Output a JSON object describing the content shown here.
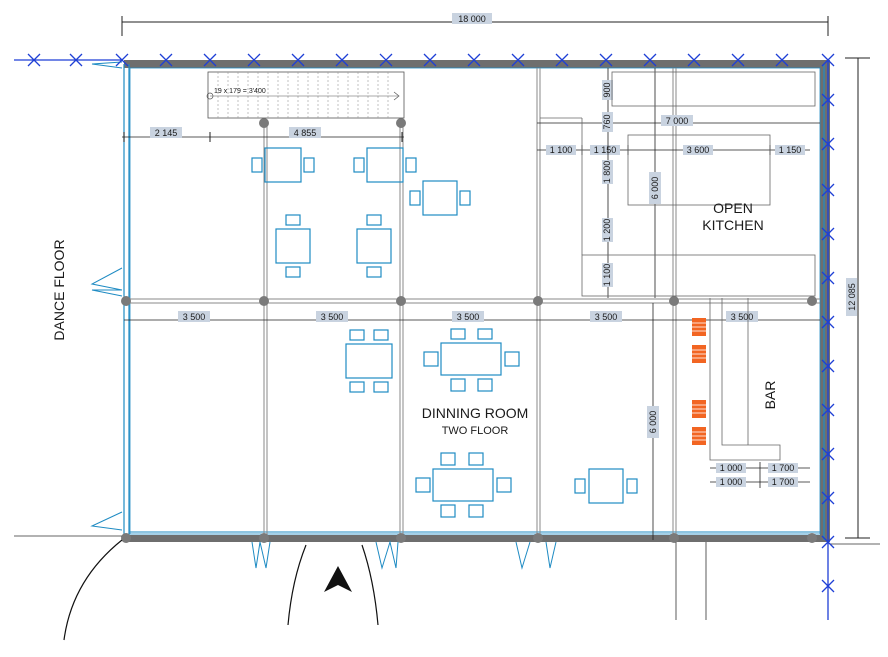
{
  "dimensions": {
    "overall_width": "18 000",
    "overall_height": "12 085",
    "stair_note": "19 x 179 = 3'400",
    "top_left": "2 145",
    "top_mid": "4 855",
    "kitchen_width": "7 000",
    "kitchen_row": [
      "1 100",
      "1 150",
      "3 600",
      "1 150"
    ],
    "kitchen_col": [
      "900",
      "760",
      "1 800",
      "1 200",
      "1 100"
    ],
    "kitchen_depth": "6 000",
    "grid_spans": [
      "3 500",
      "3 500",
      "3 500",
      "3 500",
      "3 500"
    ],
    "dining_depth": "6 000",
    "bar_row1": [
      "1 000",
      "1 700"
    ],
    "bar_row2": [
      "1 000",
      "1 700"
    ]
  },
  "rooms": {
    "dance_floor": "DANCE FLOOR",
    "open_kitchen_line1": "OPEN",
    "open_kitchen_line2": "KITCHEN",
    "dining_line1": "DINNING ROOM",
    "dining_line2": "TWO FLOOR",
    "bar": "BAR"
  },
  "colors": {
    "wall": "#6e6e6e",
    "furniture": "#1e8bc3",
    "stool": "#f26522",
    "marker": "#1f3fd6",
    "dim_bg": "#c9d3e0"
  }
}
